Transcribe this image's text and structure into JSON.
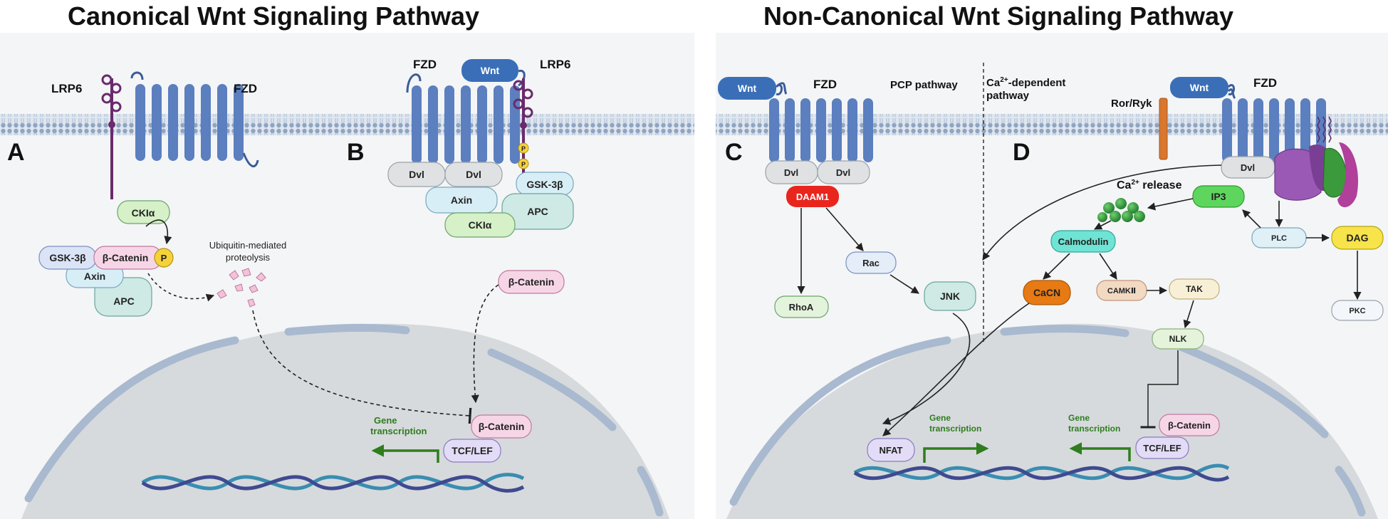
{
  "titles": {
    "left": "Canonical Wnt Signaling Pathway",
    "right": "Non-Canonical Wnt Signaling Pathway"
  },
  "panels": {
    "a": "A",
    "b": "B",
    "c": "C",
    "d": "D"
  },
  "receptors": {
    "lrp6": "LRP6",
    "fzd": "FZD",
    "wnt": "Wnt",
    "ror_ryk": "Ror/Ryk"
  },
  "phospho": "P",
  "panel_a": {
    "ck1a": "CKIα",
    "gsk3b": "GSK-3β",
    "b_catenin": "β-Catenin",
    "axin": "Axin",
    "apc": "APC",
    "ubiquitin_line1": "Ubiquitin-mediated",
    "ubiquitin_line2": "proteolysis",
    "nuc_b_catenin": "β-Catenin",
    "tcf_lef": "TCF/LEF",
    "gene_line1": "Gene",
    "gene_line2": "transcription"
  },
  "panel_b": {
    "dvl1": "Dvl",
    "dvl2": "Dvl",
    "gsk3b": "GSK-3β",
    "axin": "Axin",
    "apc": "APC",
    "ck1a": "CKIα",
    "b_catenin": "β-Catenin"
  },
  "panel_c": {
    "pcp_pathway": "PCP pathway",
    "dvl1": "Dvl",
    "dvl2": "Dvl",
    "daam1": "DAAM1",
    "rac": "Rac",
    "rhoa": "RhoA",
    "jnk": "JNK",
    "nfat": "NFAT",
    "gene_line1": "Gene",
    "gene_line2": "transcription"
  },
  "panel_d": {
    "ca_pathway_line1_base": "Ca",
    "ca_pathway_line1_sup": "2+",
    "ca_pathway_line1_rest": "-dependent",
    "ca_pathway_line2": "pathway",
    "dvl": "Dvl",
    "ca_release_base": "Ca",
    "ca_release_sup": "2+",
    "ca_release_rest": " release",
    "ip3": "IP3",
    "plc": "PLC",
    "dag": "DAG",
    "pkc": "PKC",
    "calmodulin": "Calmodulin",
    "cacn": "CaCN",
    "camkii": "CAMKⅡ",
    "tak": "TAK",
    "nlk": "NLK",
    "b_catenin": "β-Catenin",
    "tcf_lef": "TCF/LEF",
    "gene_line1": "Gene",
    "gene_line2": "transcription"
  },
  "colors": {
    "membrane": "#b9c9dc",
    "membrane_head": "#7f97b7",
    "fzd": "#5b7fbf",
    "wnt": "#3a6fb8",
    "lrp6": "#6a2a6e",
    "phospho": "#f6d23a",
    "nucleus": "#d9dde0",
    "nuclear_envelope": "#a8b8cf",
    "dna1": "#3a8db0",
    "dna2": "#3f4a8f",
    "gene_arrow": "#2f7d1e",
    "daam1": "#e8261d",
    "cacn": "#e77a12",
    "dag": "#f7e34a",
    "ip3": "#5ed65e",
    "calmodulin": "#6fe3d4",
    "ror": "#d9772f",
    "plc_complex": "#9b59b6",
    "gq": "#3b9a3b",
    "dgq": "#b0409a"
  }
}
